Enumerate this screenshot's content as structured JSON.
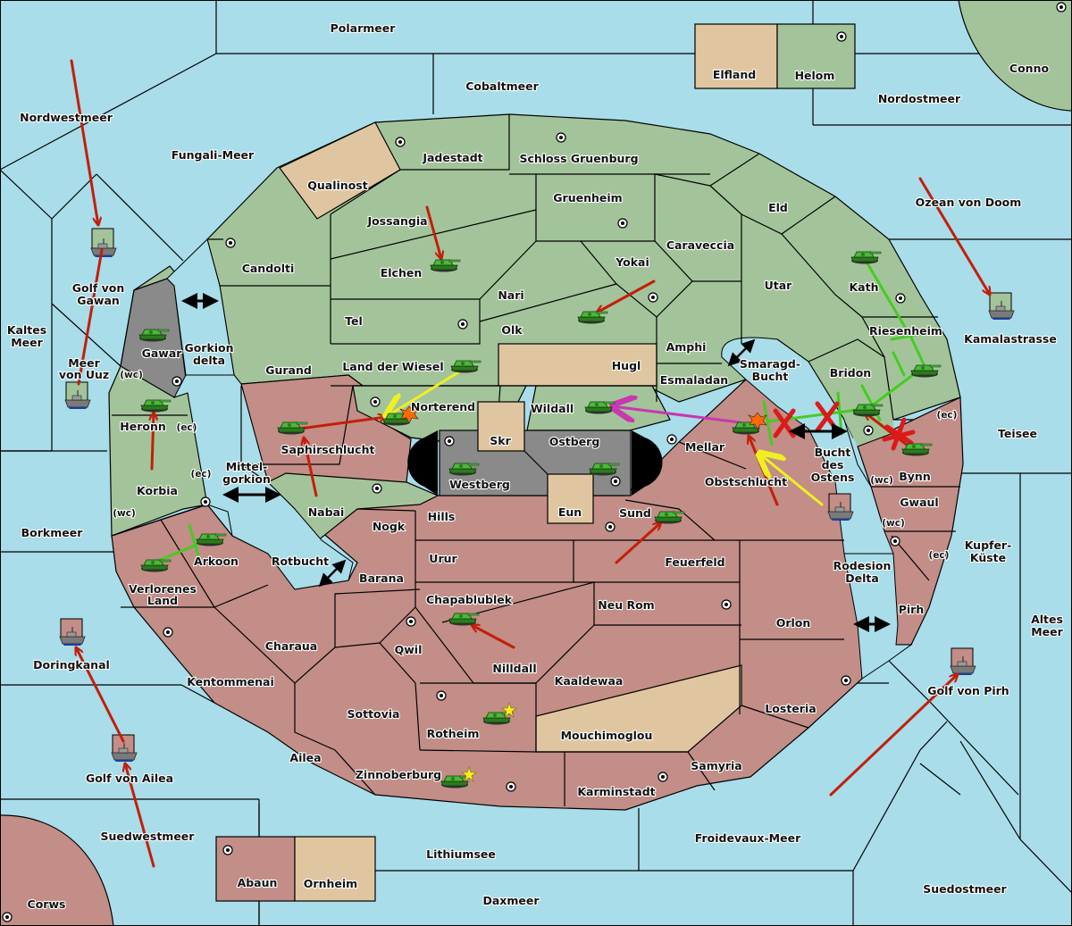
{
  "map_title": "Diplomacy variant map",
  "colors": {
    "sea": "#a8dde9",
    "green_power": "#a3c49a",
    "red_power": "#c28e87",
    "neutral": "#e0c6a0",
    "impassable": "#8a8a8a",
    "move_order": "#c41e0a",
    "support_order": "#f0f020",
    "convoy_order": "#c838b0",
    "cut_order": "#44cc22",
    "failed_mark": "#dd1a1a"
  },
  "seas": [
    {
      "name": "Polarmeer"
    },
    {
      "name": "Cobaltmeer"
    },
    {
      "name": "Nordostmeer"
    },
    {
      "name": "Nordwestmeer"
    },
    {
      "name": "Fungali-Meer"
    },
    {
      "name": "Ozean von Doom"
    },
    {
      "name": "Golf von Gawan"
    },
    {
      "name": "Kaltes Meer"
    },
    {
      "name": "Meer von Uuz"
    },
    {
      "name": "Gorkion delta"
    },
    {
      "name": "Mittel-gorkion"
    },
    {
      "name": "Borkmeer"
    },
    {
      "name": "Rotbucht"
    },
    {
      "name": "Doringkanal"
    },
    {
      "name": "Golf von Ailea"
    },
    {
      "name": "Suedwestmeer"
    },
    {
      "name": "Lithiumsee"
    },
    {
      "name": "Daxmeer"
    },
    {
      "name": "Froidevaux-Meer"
    },
    {
      "name": "Suedostmeer"
    },
    {
      "name": "Golf von Pirh"
    },
    {
      "name": "Altes Meer"
    },
    {
      "name": "Kupfer-Küste"
    },
    {
      "name": "Teisee"
    },
    {
      "name": "Kamalastrasse"
    },
    {
      "name": "Smaragd-Bucht"
    },
    {
      "name": "Bucht des Ostens"
    },
    {
      "name": "Rodesion Delta"
    }
  ],
  "labels": {
    "Polarmeer": "Polarmeer",
    "Cobaltmeer": "Cobaltmeer",
    "Nordostmeer": "Nordostmeer",
    "Nordwestmeer": "Nordwestmeer",
    "Fungali": "Fungali-Meer",
    "Ozean": "Ozean von Doom",
    "Gawan1": "Golf von",
    "Gawan2": "Gawan",
    "Kaltes1": "Kaltes",
    "Kaltes2": "Meer",
    "Uuz1": "Meer",
    "Uuz2": "von Uuz",
    "Gorkion1": "Gorkion",
    "Gorkion2": "delta",
    "Mittel1": "Mittel-",
    "Mittel2": "gorkion",
    "Borkmeer": "Borkmeer",
    "Rotbucht": "Rotbucht",
    "Doringkanal": "Doringkanal",
    "Ailea_g": "Golf von Ailea",
    "Suedwestmeer": "Suedwestmeer",
    "Lithiumsee": "Lithiumsee",
    "Daxmeer": "Daxmeer",
    "Froidevaux": "Froidevaux-Meer",
    "Suedostmeer": "Suedostmeer",
    "Pirh_g": "Golf von Pirh",
    "Altes1": "Altes",
    "Altes2": "Meer",
    "Kupfer1": "Kupfer-",
    "Kupfer2": "Küste",
    "Teisee": "Teisee",
    "Kamala": "Kamalastrasse",
    "Smaragd1": "Smaragd-",
    "Smaragd2": "Bucht",
    "Bucht1": "Bucht",
    "Bucht2": "des",
    "Bucht3": "Ostens",
    "Rodesion1": "Rodesion",
    "Rodesion2": "Delta",
    "Elfland": "Elfland",
    "Helom": "Helom",
    "Conno": "Conno",
    "Qualinost": "Qualinost",
    "Jadestadt": "Jadestadt",
    "Schloss": "Schloss Gruenburg",
    "Gruenheim": "Gruenheim",
    "Eld": "Eld",
    "Jossangia": "Jossangia",
    "Candolti": "Candolti",
    "Caraveccia": "Caraveccia",
    "Elchen": "Elchen",
    "Yokai": "Yokai",
    "Utar": "Utar",
    "Kath": "Kath",
    "Nari": "Nari",
    "Tel": "Tel",
    "Olk": "Olk",
    "Gurand": "Gurand",
    "Amphi": "Amphi",
    "Riesenheim": "Riesenheim",
    "Wiesel": "Land der Wiesel",
    "Hugl": "Hugl",
    "Gawar": "Gawar",
    "Bridon": "Bridon",
    "Esmaladan": "Esmaladan",
    "Norterend": "Norterend",
    "Wildall": "Wildall",
    "Heronn": "Heronn",
    "Saphir": "Saphirschlucht",
    "Skr": "Skr",
    "Ostberg": "Ostberg",
    "Mellar": "Mellar",
    "Westberg": "Westberg",
    "Obst": "Obstschlucht",
    "Bynn": "Bynn",
    "Korbia": "Korbia",
    "Nabai": "Nabai",
    "Eun": "Eun",
    "Gwaul": "Gwaul",
    "Hills": "Hills",
    "Sund": "Sund",
    "Nogk": "Nogk",
    "Arkoon": "Arkoon",
    "Verl1": "Verlorenes",
    "Verl2": "Land",
    "Urur": "Urur",
    "Feuerfeld": "Feuerfeld",
    "Barana": "Barana",
    "Pirh": "Pirh",
    "Chapa": "Chapablublek",
    "NeuRom": "Neu Rom",
    "Orlon": "Orlon",
    "Charaua": "Charaua",
    "Qwil": "Qwil",
    "Nilldall": "Nilldall",
    "Kentommenai": "Kentommenai",
    "Kaaldewaa": "Kaaldewaa",
    "Losteria": "Losteria",
    "Sottovia": "Sottovia",
    "Rotheim": "Rotheim",
    "Mouchi": "Mouchimoglou",
    "Ailea": "Ailea",
    "Samyria": "Samyria",
    "Zinnoberburg": "Zinnoberburg",
    "Karminstadt": "Karminstadt",
    "Abaun": "Abaun",
    "Ornheim": "Ornheim",
    "Corws": "Corws",
    "wc": "(wc)",
    "ec": "(ec)"
  },
  "units": {
    "armies": [
      "Elchen",
      "Olk",
      "Land der Wiesel",
      "Gawar",
      "Heronn",
      "Saphirschlucht",
      "Norterend",
      "Wildall",
      "Westberg",
      "Ostberg",
      "Sund",
      "Arkoon",
      "Verlorenes Land",
      "Chapablublek",
      "Rotheim",
      "Zinnoberburg",
      "Kath",
      "Riesenheim",
      "Bridon",
      "Mellar",
      "Bynn"
    ],
    "fleets": [
      "Golf von Gawan",
      "Meer von Uuz",
      "Kamalastrasse",
      "Bucht des Ostens",
      "Doringkanal",
      "Golf von Ailea",
      "Golf von Pirh"
    ]
  },
  "legend_markers": {
    "dislodged": [
      "Norterend",
      "Mellar"
    ],
    "built": [
      "Rotheim",
      "Zinnoberburg"
    ]
  }
}
